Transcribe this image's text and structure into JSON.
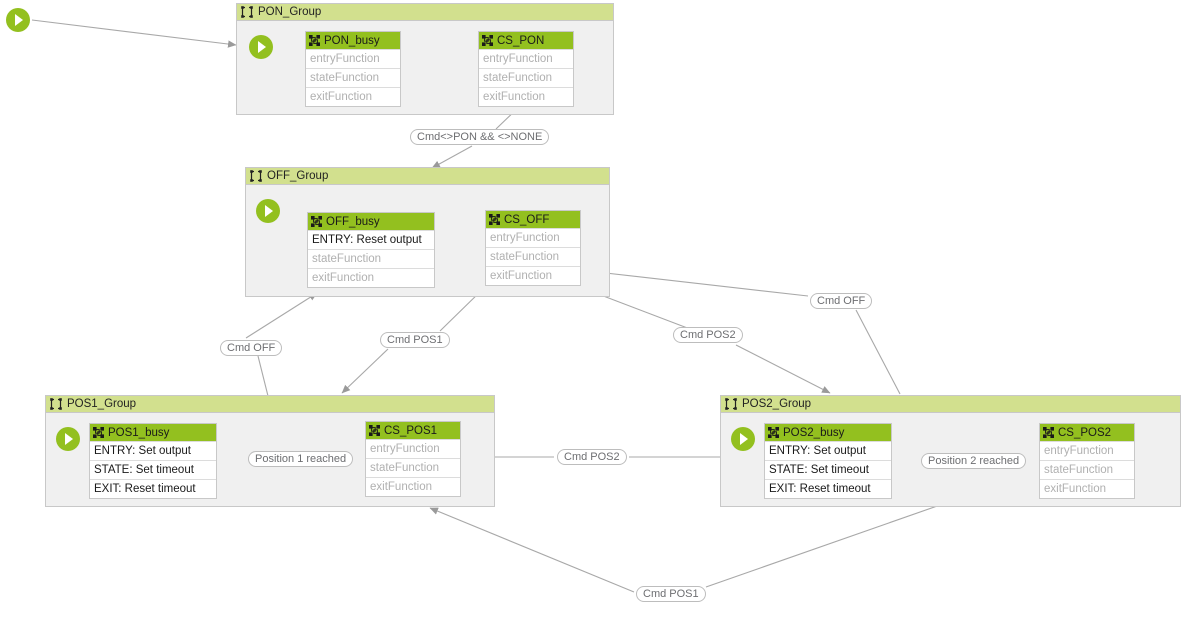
{
  "canvas": {
    "background": "#ffffff",
    "group_header_color": "#d2e08e",
    "state_header_color": "#93c01f",
    "start_node_color": "#93c01f",
    "edge_color": "#a8a8a8"
  },
  "entry_node": {
    "name": "diagram-entry-start-node"
  },
  "groups": [
    {
      "id": "pon",
      "title": "PON_Group",
      "states": [
        {
          "id": "pon-busy",
          "name": "PON_busy",
          "rows": [
            {
              "text": "entryFunction",
              "set": false
            },
            {
              "text": "stateFunction",
              "set": false
            },
            {
              "text": "exitFunction",
              "set": false
            }
          ]
        },
        {
          "id": "cs-pon",
          "name": "CS_PON",
          "rows": [
            {
              "text": "entryFunction",
              "set": false
            },
            {
              "text": "stateFunction",
              "set": false
            },
            {
              "text": "exitFunction",
              "set": false
            }
          ]
        }
      ]
    },
    {
      "id": "off",
      "title": "OFF_Group",
      "states": [
        {
          "id": "off-busy",
          "name": "OFF_busy",
          "rows": [
            {
              "text": "ENTRY: Reset output",
              "set": true
            },
            {
              "text": "stateFunction",
              "set": false
            },
            {
              "text": "exitFunction",
              "set": false
            }
          ]
        },
        {
          "id": "cs-off",
          "name": "CS_OFF",
          "rows": [
            {
              "text": "entryFunction",
              "set": false
            },
            {
              "text": "stateFunction",
              "set": false
            },
            {
              "text": "exitFunction",
              "set": false
            }
          ]
        }
      ]
    },
    {
      "id": "pos1",
      "title": "POS1_Group",
      "states": [
        {
          "id": "pos1-busy",
          "name": "POS1_busy",
          "rows": [
            {
              "text": "ENTRY: Set output",
              "set": true
            },
            {
              "text": "STATE: Set timeout",
              "set": true
            },
            {
              "text": "EXIT: Reset timeout",
              "set": true
            }
          ]
        },
        {
          "id": "cs-pos1",
          "name": "CS_POS1",
          "rows": [
            {
              "text": "entryFunction",
              "set": false
            },
            {
              "text": "stateFunction",
              "set": false
            },
            {
              "text": "exitFunction",
              "set": false
            }
          ]
        }
      ]
    },
    {
      "id": "pos2",
      "title": "POS2_Group",
      "states": [
        {
          "id": "pos2-busy",
          "name": "POS2_busy",
          "rows": [
            {
              "text": "ENTRY: Set output",
              "set": true
            },
            {
              "text": "STATE: Set timeout",
              "set": true
            },
            {
              "text": "EXIT: Reset timeout",
              "set": true
            }
          ]
        },
        {
          "id": "cs-pos2",
          "name": "CS_POS2",
          "rows": [
            {
              "text": "entryFunction",
              "set": false
            },
            {
              "text": "stateFunction",
              "set": false
            },
            {
              "text": "exitFunction",
              "set": false
            }
          ]
        }
      ]
    }
  ],
  "transitions": [
    {
      "id": "t-pon-off",
      "label": "Cmd<>PON && <>NONE"
    },
    {
      "id": "t-off-pos1",
      "label": "Cmd POS1"
    },
    {
      "id": "t-pos1-off",
      "label": "Cmd OFF"
    },
    {
      "id": "t-off-pos2",
      "label": "Cmd POS2"
    },
    {
      "id": "t-pos2-off",
      "label": "Cmd OFF"
    },
    {
      "id": "t-pos1-reached",
      "label": "Position 1 reached"
    },
    {
      "id": "t-pos2-reached",
      "label": "Position 2 reached"
    },
    {
      "id": "t-pos1-pos2",
      "label": "Cmd POS2"
    },
    {
      "id": "t-pos2-pos1",
      "label": "Cmd POS1"
    }
  ]
}
